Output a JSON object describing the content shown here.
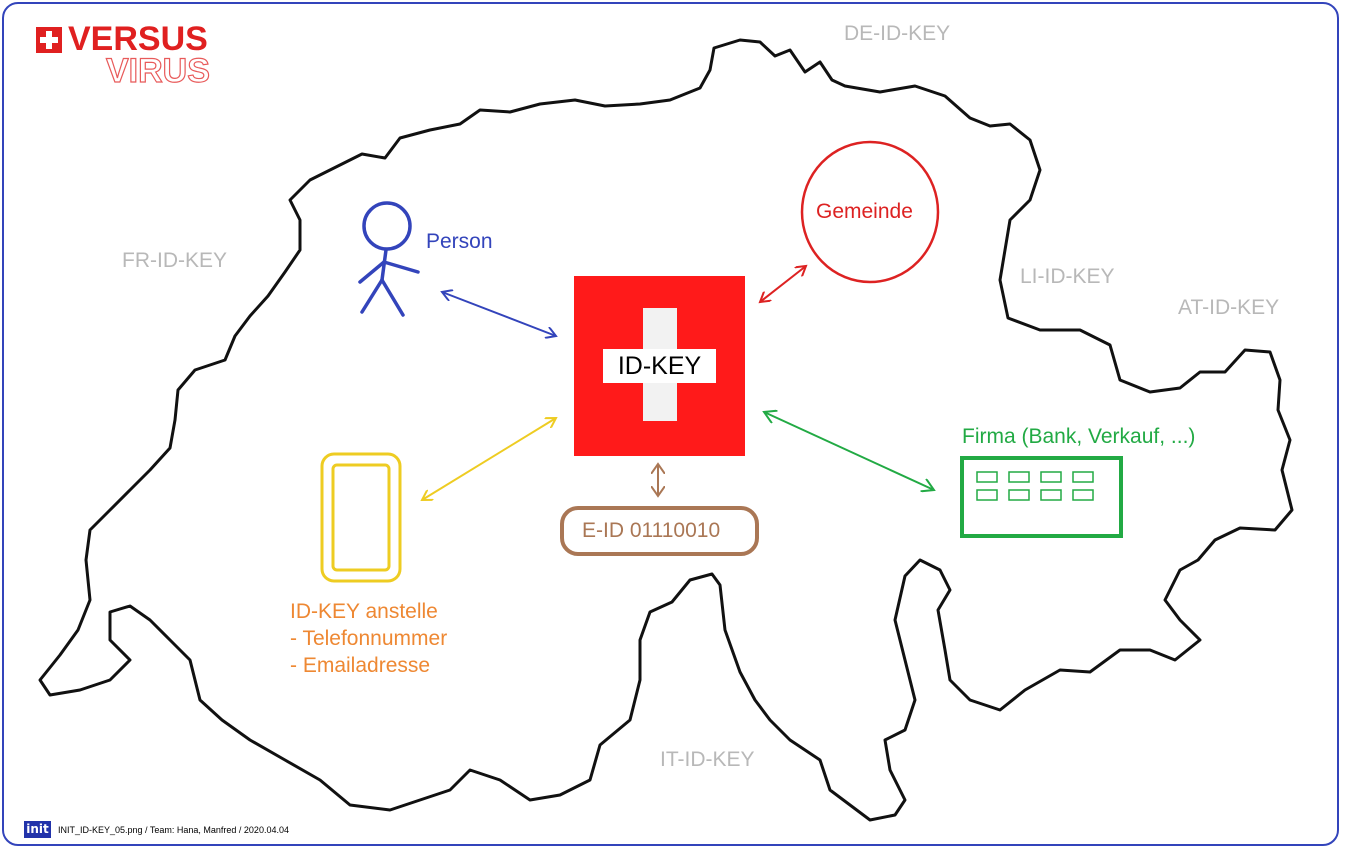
{
  "logo": {
    "line1": "VERSUS",
    "line2": "VIRUS",
    "icon": "swiss-cross-icon"
  },
  "neighbors": {
    "de": "DE-ID-KEY",
    "fr": "FR-ID-KEY",
    "li": "LI-ID-KEY",
    "at": "AT-ID-KEY",
    "it": "IT-ID-KEY"
  },
  "center": {
    "label": "ID-KEY"
  },
  "nodes": {
    "person": "Person",
    "gemeinde": "Gemeinde",
    "firma": "Firma (Bank, Verkauf, ...)",
    "eid": "E-ID 01110010",
    "phone_lines": [
      "ID-KEY anstelle",
      "- Telefonnummer",
      "- Emailadresse"
    ]
  },
  "colors": {
    "frame": "#3344bb",
    "person": "#3344bb",
    "gemeinde": "#dd2222",
    "firma": "#22aa44",
    "eid": "#aa7755",
    "phone": "#eecc22",
    "phone_text": "#ee8833",
    "flag": "#ff1a1a",
    "neighbor": "#b8b8b8"
  },
  "footer": {
    "icon_label": "init",
    "text": "INIT_ID-KEY_05.png / Team: Hana, Manfred / 2020.04.04"
  }
}
